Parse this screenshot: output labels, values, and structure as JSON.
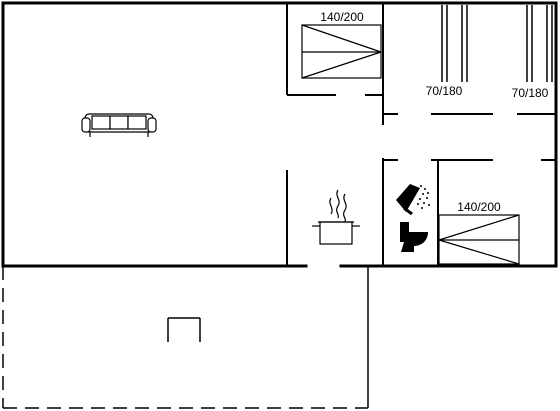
{
  "floorplan": {
    "beds": [
      {
        "label": "140/200"
      },
      {
        "label": "70/180"
      },
      {
        "label": "70/180"
      },
      {
        "label": "140/200"
      }
    ],
    "icons": [
      "sofa-icon",
      "cooking-pot-icon",
      "shower-icon",
      "toilet-icon",
      "table-icon"
    ]
  }
}
